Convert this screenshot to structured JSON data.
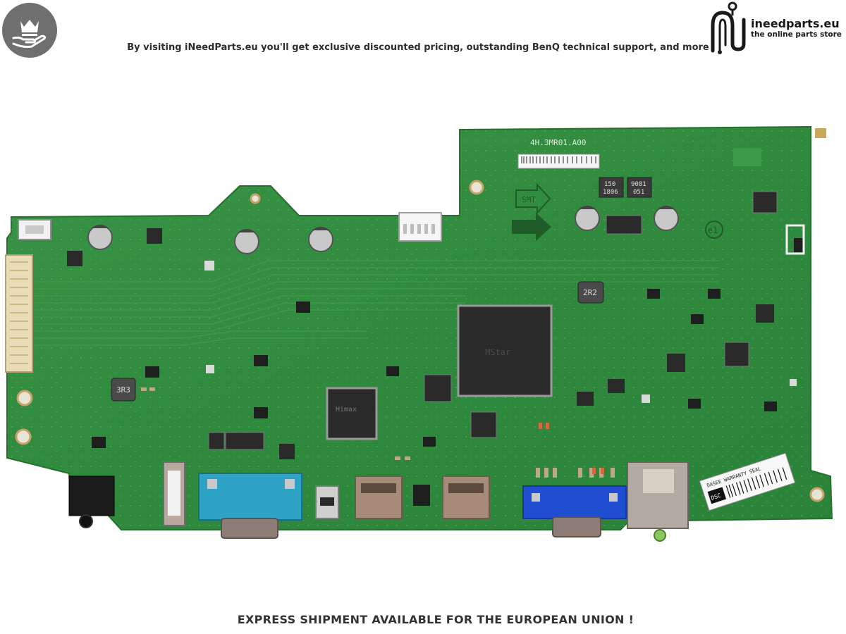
{
  "header": {
    "tagline": "By visiting iNeedParts.eu you'll get exclusive discounted pricing, outstanding BenQ technical support, and more",
    "badge_icon": "crown-in-hand-icon",
    "badge_color": "#6f6f6f"
  },
  "logo": {
    "name": "ineedparts.eu",
    "tagline": "the online parts store",
    "icon": "circuit-n-logo-icon"
  },
  "board": {
    "revision": "4H.3MR01.A00",
    "smt_label": "SMT",
    "e1_mark": "e1",
    "inductor_2r2": "2R2",
    "inductor_3r3": "3R3",
    "inductor_150": "150",
    "inductor_1806": "1806",
    "inductor_9081": "9081",
    "inductor_051": "051",
    "chip_main": "MStar",
    "chip_himax": "Himax",
    "warranty_seal": "DASEE WARRANTY SEAL",
    "seal_code": "DSC",
    "pcb_color": "#2f8a3e",
    "vga_left_color": "#2fa3c6",
    "vga_right_color": "#1f4fd0"
  },
  "footer": {
    "text": "EXPRESS SHIPMENT AVAILABLE FOR THE EUROPEAN UNION !"
  }
}
